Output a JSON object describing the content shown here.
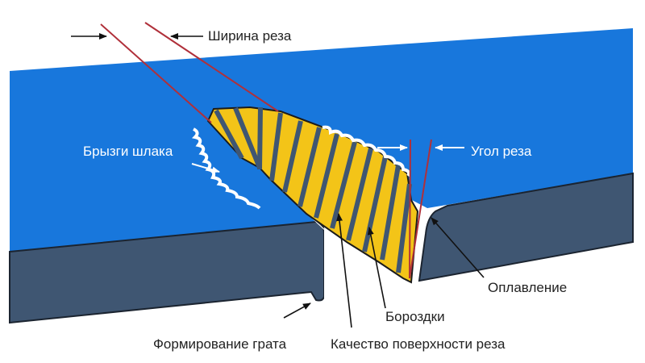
{
  "labels": {
    "kerf_width": "Ширина реза",
    "slag_spatter": "Брызги шлака",
    "cut_angle": "Угол реза",
    "melting": "Оплавление",
    "striations": "Бороздки",
    "dross_formation": "Формирование грата",
    "surface_quality": "Качество поверхности реза"
  },
  "colors": {
    "plate_top": "#1877dc",
    "plate_side": "#3f5672",
    "cut_face": "#f3c418",
    "guide_line": "#b0303a",
    "arrow": "#111111"
  }
}
